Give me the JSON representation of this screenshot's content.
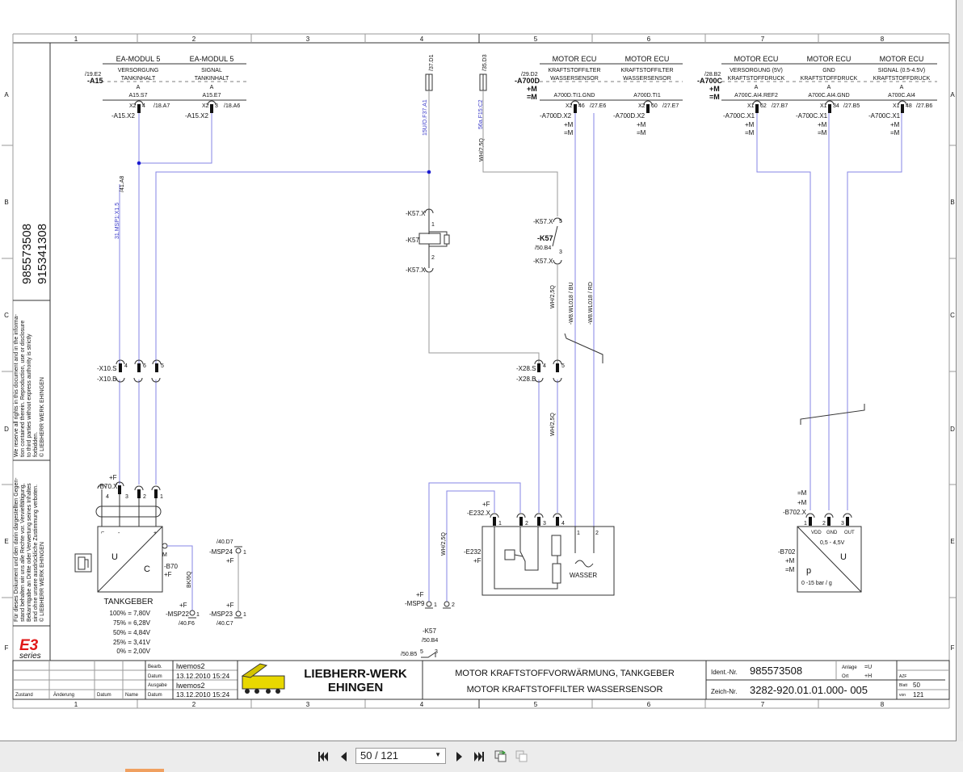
{
  "viewer": {
    "page_field": "50 / 121",
    "first_icon": "first-page-icon",
    "prev_icon": "prev-page-icon",
    "next_icon": "next-page-icon",
    "last_icon": "last-page-icon"
  },
  "frame": {
    "columns": [
      "1",
      "2",
      "3",
      "4",
      "5",
      "6",
      "7",
      "8"
    ],
    "rows": [
      "A",
      "B",
      "C",
      "D",
      "E",
      "F"
    ]
  },
  "side": {
    "ident1": "985573508",
    "ident2": "915341308",
    "notice_en": [
      "We reserve all rights in this document and in the informa-",
      "tion contained therein. Reproduction, use or disclosure",
      "to third parties without express authority is strictly",
      "forbidden.",
      "© LIEBHERR WERK EHINGEN"
    ],
    "notice_de": [
      "Für dieses Dokument und den darin dargestellten Gegen-",
      "stand behalten wir uns alle Rechte vor. Vervielfältigung,",
      "Bekanntgabe an Dritte oder Verwertung seines Inhaltes",
      "sind ohne unsere ausdrückliche Zustimmung verboten.",
      "© LIEBHERR WERK EHINGEN"
    ],
    "e3_logo": "E3",
    "e3_series": "series"
  },
  "a15": {
    "ref": "/19.E2",
    "name": "-A15",
    "ch1": {
      "title": "EA-MODUL 5",
      "l1": "VERSORGUNG",
      "l2": "TANKINHALT",
      "a": "A",
      "term": "A15.S7",
      "x": "X2",
      "pin": "4",
      "xref": "/18.A7",
      "conn": "-A15.X2"
    },
    "ch2": {
      "title": "EA-MODUL 5",
      "l1": "SIGNAL",
      "l2": "TANKINHALT",
      "a": "A",
      "term": "A15.E7",
      "x": "X2",
      "pin": "3",
      "xref": "/18.A6",
      "conn": "-A15.X2"
    }
  },
  "fuses": {
    "f1_ref": "/37.D1",
    "f1_label": "15U/O.F37.A1",
    "f2_ref": "/35.D3",
    "f2_label": "56a.F15:C2",
    "f2_wire": "WH/2,5Q"
  },
  "a700d": {
    "ref": "/29.D2",
    "name": "-A700D",
    "plus": "+M",
    "eq": "=M",
    "ch1": {
      "title": "MOTOR ECU",
      "l1": "KRAFTSTOFFILTER",
      "l2": "WASSERSENSOR",
      "term": "A700D.TI1.GND",
      "x": "X2",
      "pin": "46",
      "xref": "/27.E6",
      "conn": "-A700D.X2",
      "plus": "+M",
      "eq": "=M"
    },
    "ch2": {
      "title": "MOTOR ECU",
      "l1": "KRAFTSTOFFILTER",
      "l2": "WASSERSENSOR",
      "term": "A700D.TI1",
      "x": "X2",
      "pin": "60",
      "xref": "/27.E7",
      "conn": "-A700D.X2",
      "plus": "+M",
      "eq": "=M"
    }
  },
  "a700c": {
    "ref": "/28.B2",
    "name": "-A700C",
    "plus": "+M",
    "eq": "=M",
    "ch1": {
      "title": "MOTOR ECU",
      "l1": "VERSORGUNG (5V)",
      "l2": "KRAFTSTOFFDRUCK",
      "a": "A",
      "term": "A700C.AI4.REF2",
      "x": "X1",
      "pin": "62",
      "xref": "/27.B7",
      "conn": "-A700C.X1",
      "plus": "+M",
      "eq": "=M"
    },
    "ch2": {
      "title": "MOTOR ECU",
      "l1": "GND",
      "l2": "KRAFTSTOFFDRUCK",
      "a": "A",
      "term": "A700C.AI4.GND",
      "x": "X1",
      "pin": "34",
      "xref": "/27.B5",
      "conn": "-A700C.X1",
      "plus": "+M",
      "eq": "=M"
    },
    "ch3": {
      "title": "MOTOR ECU",
      "l1": "SIGNAL (0.5-4.5V)",
      "l2": "KRAFTSTOFFDRUCK",
      "a": "A",
      "term": "A700C.AI4",
      "x": "X1",
      "pin": "48",
      "xref": "/27.B6",
      "conn": "-A700C.X1",
      "plus": "+M",
      "eq": "=M"
    }
  },
  "wires": {
    "msp1": "31.MSP1:X1.5",
    "msp1_ref": "/41.A8",
    "wh1": "WH/2,5Q",
    "wh2": "WH/2,5Q",
    "wh3": "WH/2,5Q",
    "bu": "-W8.WL018 / BU",
    "rd": "-W8.WL018 / RD",
    "bk": "BK/6Q"
  },
  "k57": {
    "conn_top": "-K57.X",
    "pin1": "1",
    "name": "-K57",
    "pin2": "2",
    "conn_bot": "-K57.X",
    "c_conn_top": "-K57.X",
    "c_pin5": "5",
    "c_name": "-K57",
    "c_ref": "/50.B4",
    "c_pin3": "3",
    "c_conn_bot": "-K57.X",
    "b_name": "-K57",
    "b_ref": "/50.B4",
    "b_ref2": "/50.B5",
    "b_pin5": "5",
    "b_pin3": "3"
  },
  "x10": {
    "s": "-X10.S",
    "b": "-X10.B",
    "pins": [
      "4",
      "6",
      "5"
    ]
  },
  "x28": {
    "s": "-X28.S",
    "b": "-X28.B",
    "pins": [
      "4",
      "5"
    ]
  },
  "b70": {
    "plus": "+F",
    "conn": "-B70.X",
    "pins": [
      "4",
      "3",
      "2",
      "1"
    ],
    "u": "U",
    "c": "C",
    "m": "M",
    "name": "-B70",
    "plus2": "+F",
    "title": "TANKGEBER",
    "table": [
      "100% = 7,80V",
      "75% = 6,28V",
      "50% = 4,84V",
      "25% = 3,41V",
      "0% = 2,00V"
    ]
  },
  "msp": {
    "msp22": {
      "plus": "+F",
      "name": "-MSP22",
      "pin": "1",
      "ref": "/40.F6"
    },
    "msp24": {
      "ref": "/40.D7",
      "name": "-MSP24",
      "pin": "1",
      "plus": "+F"
    },
    "msp23": {
      "plus": "+F",
      "name": "-MSP23",
      "pin": "1",
      "ref": "/40.C7"
    },
    "msp9": {
      "plus": "+F",
      "name": "-MSP9",
      "pin1": "1",
      "pin2": "2"
    }
  },
  "e232": {
    "plus": "+F",
    "conn": "-E232.X",
    "pins": [
      "1",
      "2",
      "3",
      "4"
    ],
    "name": "-E232",
    "plus2": "+F",
    "wasser": "WASSER",
    "w1": "1",
    "w2": "2"
  },
  "b702": {
    "eq": "=M",
    "plus": "+M",
    "conn": "-B702.X",
    "pins": [
      "1",
      "2",
      "3"
    ],
    "vdd": "VDD",
    "gnd": "GND",
    "out": "OUT",
    "range": "0,5 - 4,5V",
    "u": "U",
    "p": "p",
    "prange": "0 -15 bar / g",
    "name": "-B702",
    "plus2": "+M",
    "eq2": "=M"
  },
  "title_block": {
    "zustand": "Zustand",
    "aenderung": "Änderung",
    "datum": "Datum",
    "name": "Name",
    "bearb": "Bearb.",
    "bearb_datum": "Datum",
    "ausgabe": "Ausgabe",
    "ausgabe_datum": "Datum",
    "bearb_value": "lwemos2",
    "bearb_date": "13.12.2010  15:24",
    "ausgabe_value": "lwemos2",
    "ausgabe_date": "13.12.2010  15:24",
    "logo_l1": "LIEBHERR-WERK",
    "logo_l2": "EHINGEN",
    "title1": "MOTOR KRAFTSTOFFVORWÄRMUNG, TANKGEBER",
    "title2": "MOTOR KRAFTSTOFFILTER WASSERSENSOR",
    "ident_label": "Ident.-Nr.",
    "ident": "985573508",
    "zeich_label": "Zeich-Nr.",
    "zeich": "3282-920.01.01.000- 005",
    "anlage_label": "Anlage",
    "anlage": "=U",
    "ort_label": "Ort",
    "ort": "+H",
    "azf": "AZF",
    "blatt_label": "Blatt",
    "blatt": "50",
    "von_label": "von",
    "von": "121"
  }
}
